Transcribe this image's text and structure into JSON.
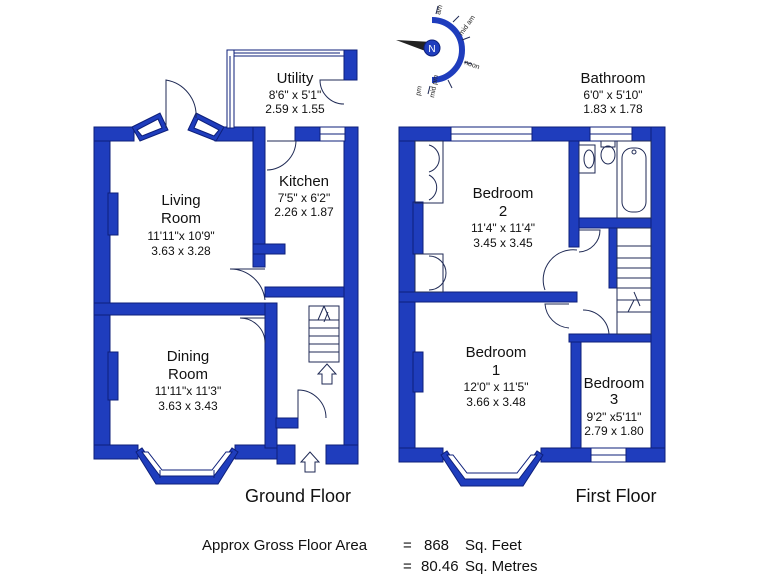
{
  "rooms": {
    "utility": {
      "name": "Utility",
      "imperial": "8'6\"  x  5'1\"",
      "metric": "2.59  x  1.55"
    },
    "kitchen": {
      "name": "Kitchen",
      "imperial": "7'5\"  x  6'2\"",
      "metric": "2.26  x  1.87"
    },
    "living": {
      "name_line1": "Living",
      "name_line2": "Room",
      "imperial": "11'11\"x 10'9\"",
      "metric": "3.63  x  3.28"
    },
    "dining": {
      "name_line1": "Dining",
      "name_line2": "Room",
      "imperial": "11'11\"x 11'3\"",
      "metric": "3.63  x  3.43"
    },
    "bathroom": {
      "name": "Bathroom",
      "imperial": "6'0\"  x  5'10\"",
      "metric": "1.83  x  1.78"
    },
    "bedroom2": {
      "name_line1": "Bedroom",
      "name_line2": "2",
      "imperial": "11'4\"  x  11'4\"",
      "metric": "3.45  x  3.45"
    },
    "bedroom1": {
      "name_line1": "Bedroom",
      "name_line2": "1",
      "imperial": "12'0\"  x  11'5\"",
      "metric": "3.66  x  3.48"
    },
    "bedroom3": {
      "name_line1": "Bedroom",
      "name_line2": "3",
      "imperial": "9'2\" x5'11\"",
      "metric": "2.79  x  1.80"
    }
  },
  "floors": {
    "ground": "Ground Floor",
    "first": "First Floor"
  },
  "compass": {
    "north": "N",
    "am": "am",
    "mid_am": "mid am",
    "noon": "noon",
    "pm": "pm",
    "mid_pm": "mid pm"
  },
  "area": {
    "label": "Approx Gross Floor Area",
    "eq1": "=",
    "value1": "868",
    "unit1": "Sq. Feet",
    "eq2": "=",
    "value2": "80.46",
    "unit2": "Sq. Metres"
  },
  "colors": {
    "wall": "#1f3dbd",
    "background": "#ffffff"
  }
}
